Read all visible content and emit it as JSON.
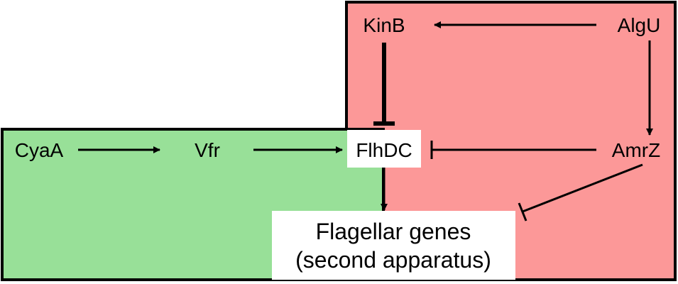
{
  "colors": {
    "green_region": "#98e098",
    "red_region": "#fc9898",
    "border": "#000000",
    "node_box": "#ffffff"
  },
  "nodes": {
    "kinb": "KinB",
    "algu": "AlgU",
    "cyaa": "CyaA",
    "vfr": "Vfr",
    "flhdc": "FlhDC",
    "amrz": "AmrZ",
    "genes_line1": "Flagellar genes",
    "genes_line2": "(second apparatus)"
  },
  "edges": [
    {
      "from": "AlgU",
      "to": "KinB",
      "type": "activation"
    },
    {
      "from": "AlgU",
      "to": "AmrZ",
      "type": "activation"
    },
    {
      "from": "KinB",
      "to": "FlhDC",
      "type": "repression"
    },
    {
      "from": "AmrZ",
      "to": "FlhDC",
      "type": "repression"
    },
    {
      "from": "CyaA",
      "to": "Vfr",
      "type": "activation"
    },
    {
      "from": "Vfr",
      "to": "FlhDC",
      "type": "activation"
    },
    {
      "from": "FlhDC",
      "to": "Flagellar genes",
      "type": "activation"
    },
    {
      "from": "AmrZ",
      "to": "Flagellar genes",
      "type": "repression"
    }
  ]
}
